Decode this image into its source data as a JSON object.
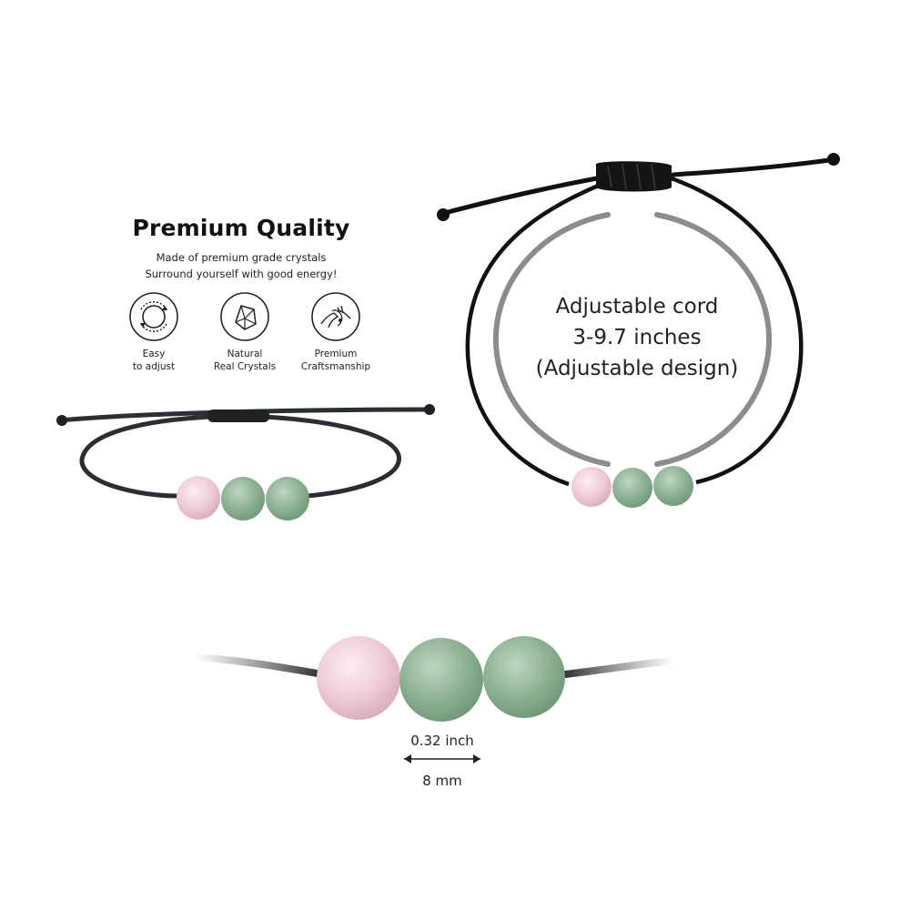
{
  "quality": {
    "title": "Premium Quality",
    "line1": "Made of premium grade crystals",
    "line2": "Surround yourself with good energy!"
  },
  "features": [
    {
      "icon": "adjust-circle-icon",
      "line1": "Easy",
      "line2": "to adjust"
    },
    {
      "icon": "crystal-icon",
      "line1": "Natural",
      "line2": "Real Crystals"
    },
    {
      "icon": "hands-craft-icon",
      "line1": "Premium",
      "line2": "Craftsmanship"
    }
  ],
  "cord": {
    "line1": "Adjustable cord",
    "line2": "3-9.7 inches",
    "line3": "(Adjustable design)"
  },
  "bead_size": {
    "inch": "0.32 inch",
    "mm": "8 mm"
  },
  "colors": {
    "rose_quartz": "#f0cfd9",
    "aventurine": "#8fb295",
    "cord": "#111111"
  }
}
